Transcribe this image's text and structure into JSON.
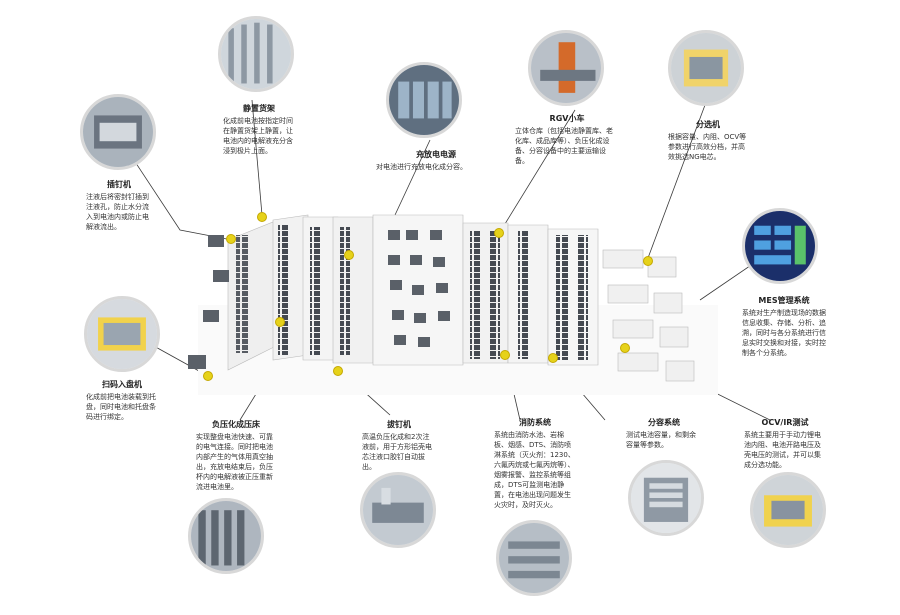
{
  "modules": [
    {
      "id": "static-rack",
      "title": "静置货架",
      "desc": "化成前电池按指定时间在静置货架上静置，让电池内的电解液充分含浸到极片上面。"
    },
    {
      "id": "charge-power",
      "title": "充放电电源",
      "desc": "对电池进行充放电化成分容。"
    },
    {
      "id": "rgv",
      "title": "RGV小车",
      "desc": "立体仓库（包括电池静置库、老化库、成品库等）、负压化成设备、分容设备中的主要运输设备。"
    },
    {
      "id": "sorter",
      "title": "分选机",
      "desc": "根据容量、内阻、OCV等参数进行高效分档，并高效挑选NG电芯。"
    },
    {
      "id": "nailer",
      "title": "插钉机",
      "desc": "注液后将密封钉插到注液孔，防止水分流入到电池内或防止电解液流出。"
    },
    {
      "id": "mes",
      "title": "MES管理系统",
      "desc": "系统对生产制造现场的数据信息收集、存储、分析、追溯，同时与各分系统进行信息实时交换和对接，实时控制各个分系统。"
    },
    {
      "id": "scan-tray",
      "title": "扫码入盘机",
      "desc": "化成前把电池装载到托盘，同时电池和托盘条码进行绑定。"
    },
    {
      "id": "neg-press",
      "title": "负压化成压床",
      "desc": "实现整盘电池快速、可靠的电气连接。同时把电池内部产生的气体用真空抽出，充放电结束后，负压杯内的电解液被正压重新流进电池里。"
    },
    {
      "id": "pin-pull",
      "title": "拔钉机",
      "desc": "高温负压化成和2次注液前，用于方形铝壳电芯注液口胶钉自动拔出。"
    },
    {
      "id": "fire",
      "title": "消防系统",
      "desc": "系统由消防水池、岩棉板、烟感、DTS、消防喷淋系统（灭火剂：1230、六氟丙烷或七氟丙烷等）、烟雾报警、监控系统等组成，DTS可监测电池静置，在电池出现问题发生火灾时，及时灭火。"
    },
    {
      "id": "grading",
      "title": "分容系统",
      "desc": "测试电池容量，和剩余容量等参数。"
    },
    {
      "id": "ocv",
      "title": "OCV/IR测试",
      "desc": "系统主要用于手动力锂电池内阻、电池开路电压及壳电压的测试，并可以集成分选功能。"
    }
  ],
  "colors": {
    "accent": "#e6d21a",
    "line": "#3a3a3a",
    "plant_wall": "#f2f2f2",
    "machine": "#5a6068"
  }
}
